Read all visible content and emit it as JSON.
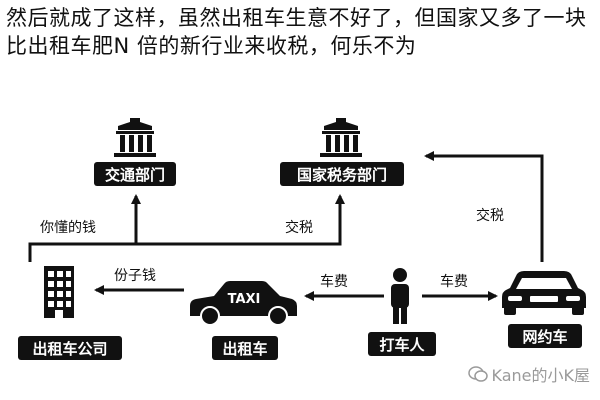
{
  "headline": "然后就成了这样，虽然出租车生意不好了，但国家又多了一块比出租车肥N 倍的新行业来收税，何乐不为",
  "nodes": {
    "traffic_dept": "交通部门",
    "tax_dept": "国家税务部门",
    "taxi_company": "出租车公司",
    "taxi": "出租车",
    "passenger": "打车人",
    "ride_hailing": "网约车"
  },
  "taxi_sign": "TAXI",
  "flows": {
    "company_to_traffic": "你懂的钱",
    "taxi_to_tax": "交税",
    "ride_to_tax": "交税",
    "taxi_to_company": "份子钱",
    "passenger_to_taxi": "车费",
    "passenger_to_ride": "车费"
  },
  "watermark": "Kane的小K屋",
  "colors": {
    "ink": "#111111",
    "label_text": "#ffffff",
    "watermark": "#9a9a9a"
  }
}
